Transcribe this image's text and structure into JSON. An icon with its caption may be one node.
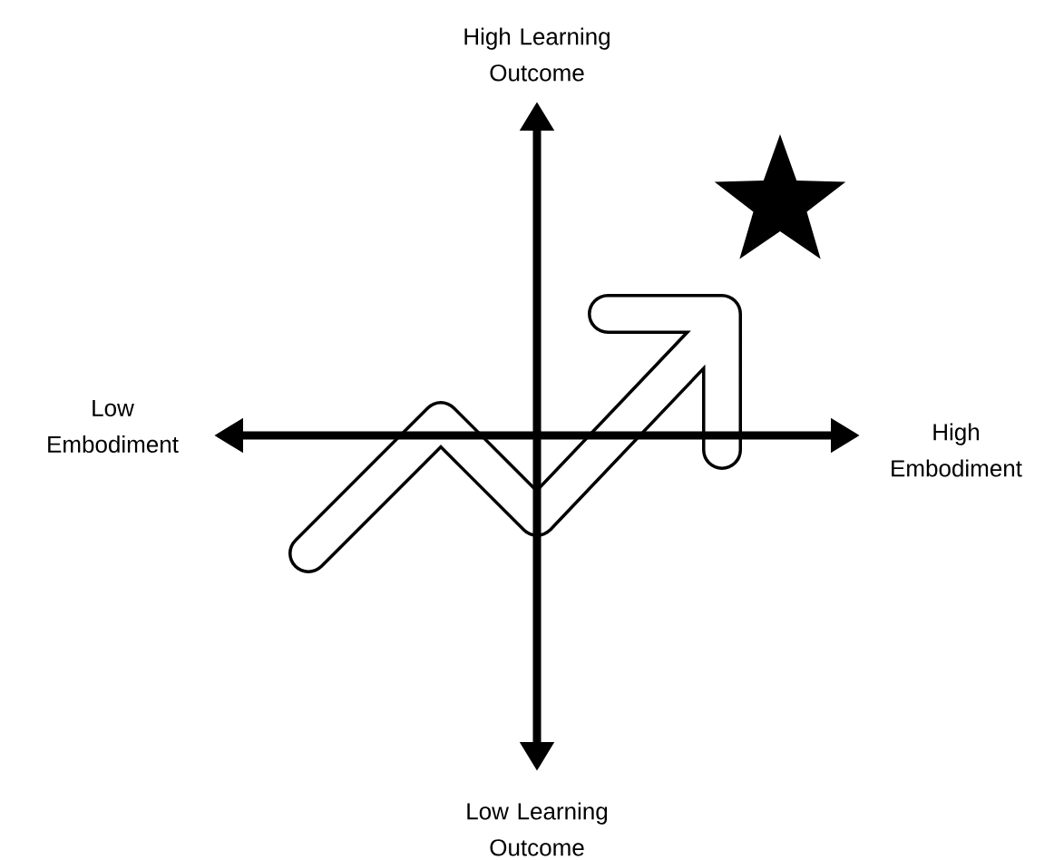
{
  "diagram": {
    "labels": [
      "High Learning Outcome",
      "Low Embodiment",
      "High Embodiment",
      "Low Learning Outcome"
    ]
  }
}
